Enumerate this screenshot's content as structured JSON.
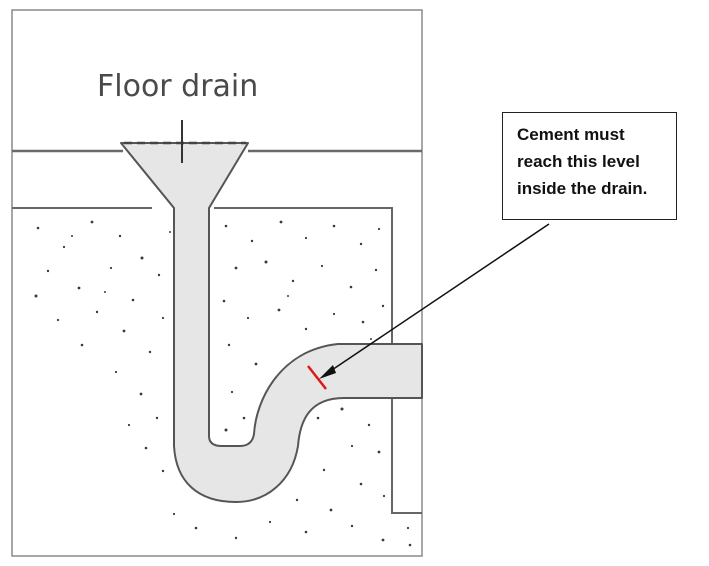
{
  "diagram": {
    "title": "Floor drain",
    "callout": {
      "lines": [
        "Cement must",
        "reach this level",
        "inside the drain."
      ]
    },
    "colors": {
      "frame": "#8a8a8a",
      "pipe_fill": "#e6e6e6",
      "pipe_stroke": "#555555",
      "floor_line": "#6a6a6a",
      "dots": "#3a3a3a",
      "marker": "#e01818",
      "arrow": "#111111"
    }
  }
}
